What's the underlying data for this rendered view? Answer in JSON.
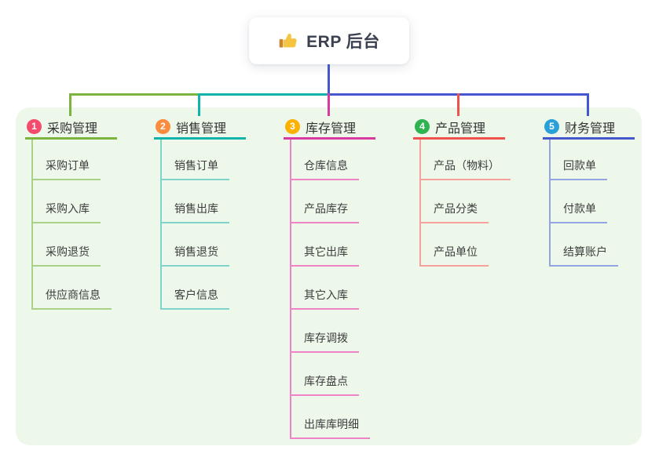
{
  "root": {
    "label": "ERP 后台",
    "icon": "thumbs-up-icon"
  },
  "canvas": {
    "background": "#ffffff",
    "panel_color": "#edf8ea"
  },
  "branches": [
    {
      "index": "1",
      "title": "采购管理",
      "badge_color": "#f44b6c",
      "line_color": "#7cb43e",
      "child_line_color": "#a9d188",
      "children": [
        "采购订单",
        "采购入库",
        "采购退货",
        "供应商信息"
      ]
    },
    {
      "index": "2",
      "title": "销售管理",
      "badge_color": "#fb8b3d",
      "line_color": "#12b3aa",
      "child_line_color": "#7fd3cb",
      "children": [
        "销售订单",
        "销售出库",
        "销售退货",
        "客户信息"
      ]
    },
    {
      "index": "3",
      "title": "库存管理",
      "badge_color": "#fcb100",
      "line_color": "#d93aa2",
      "child_line_color": "#ee83c5",
      "children": [
        "仓库信息",
        "产品库存",
        "其它出库",
        "其它入库",
        "库存调拨",
        "库存盘点",
        "出库库明细"
      ]
    },
    {
      "index": "4",
      "title": "产品管理",
      "badge_color": "#2fb350",
      "line_color": "#f0504e",
      "child_line_color": "#f6a19c",
      "children": [
        "产品（物料）",
        "产品分类",
        "产品单位"
      ]
    },
    {
      "index": "5",
      "title": "财务管理",
      "badge_color": "#2aa0d8",
      "line_color": "#4457cd",
      "child_line_color": "#93a5e4",
      "children": [
        "回款单",
        "付款单",
        "结算账户"
      ]
    }
  ]
}
